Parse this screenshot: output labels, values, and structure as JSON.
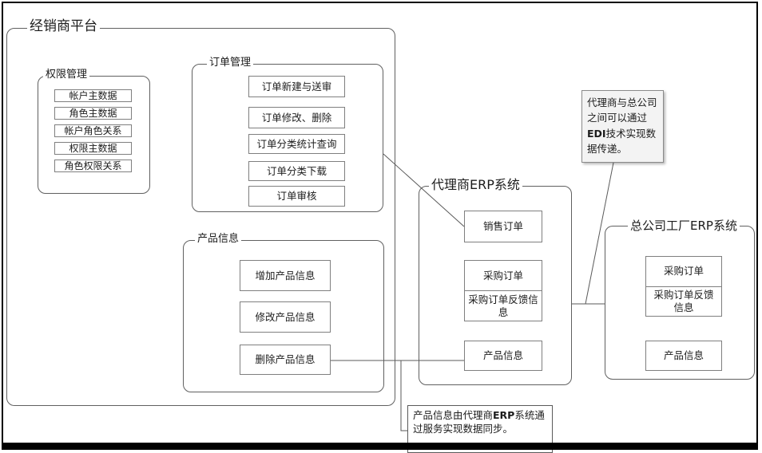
{
  "platform": {
    "title": "经销商平台"
  },
  "permission": {
    "title": "权限管理",
    "items": [
      "帐户主数据",
      "角色主数据",
      "帐户角色关系",
      "权限主数据",
      "角色权限关系"
    ]
  },
  "order": {
    "title": "订单管理",
    "items": [
      "订单新建与送审",
      "订单修改、删除",
      "订单分类统计查询",
      "订单分类下载",
      "订单审核"
    ]
  },
  "product": {
    "title": "产品信息",
    "items": [
      "增加产品信息",
      "修改产品信息",
      "删除产品信息"
    ]
  },
  "agent": {
    "title": "代理商ERP系统",
    "sales_order": "销售订单",
    "purchase_order": "采购订单",
    "purchase_feedback": "采购订单反馈信息",
    "product_info": "产品信息"
  },
  "hq": {
    "title": "总公司工厂ERP系统",
    "purchase_order": "采购订单",
    "purchase_feedback": "采购订单反馈信息",
    "product_info": "产品信息"
  },
  "notes": {
    "edi": {
      "pre": "代理商与总公司之间可以通过",
      "bold": "EDI",
      "post": "技术实现数据传递。"
    },
    "sync": {
      "pre": "产品信息由代理商",
      "bold": "ERP",
      "post": "系统通过服务实现数据同步。"
    }
  },
  "colors": {
    "line": "#5a5a5a",
    "frame_border": "#606060",
    "item_border": "#7f7f7f",
    "note_fill": "#f3f3f3"
  }
}
